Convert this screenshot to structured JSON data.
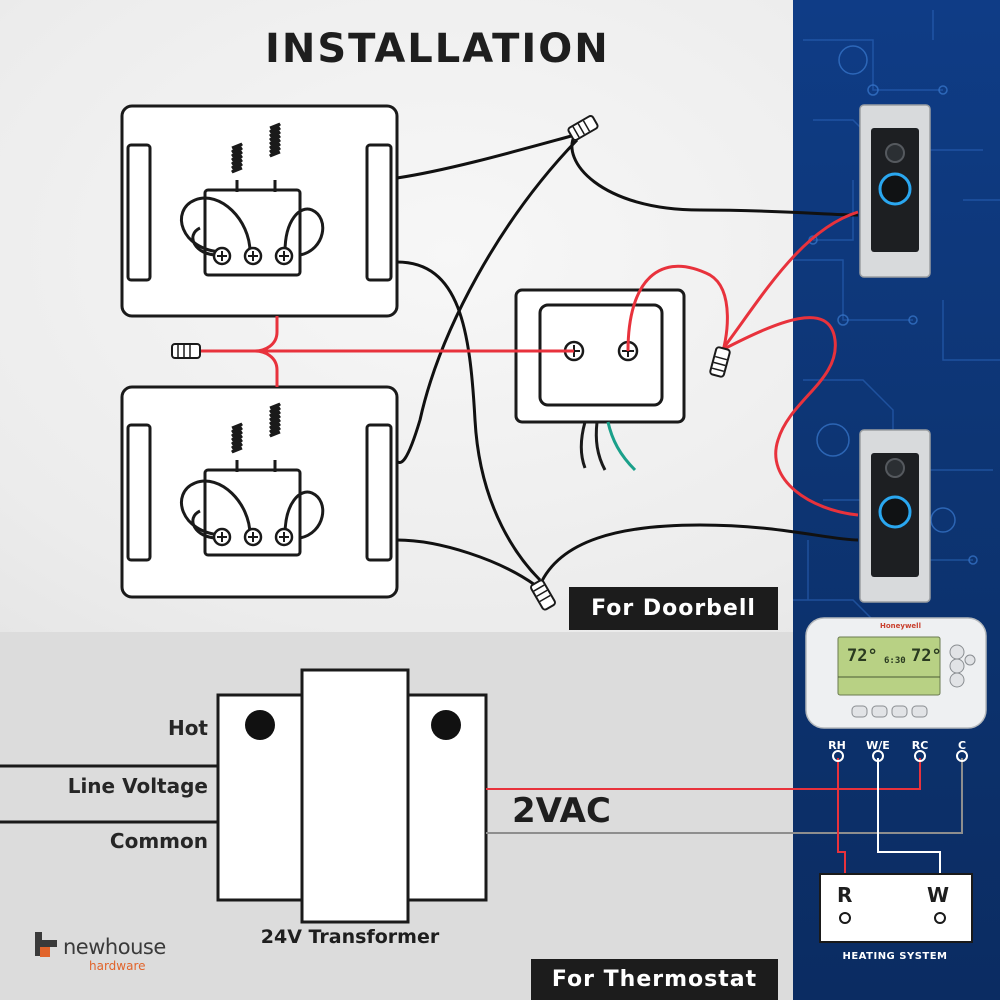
{
  "title": "INSTALLATION",
  "labels": {
    "doorbell": "For Doorbell",
    "thermostat": "For Thermostat"
  },
  "transformer": {
    "hot": "Hot",
    "line_voltage": "Line Voltage",
    "common": "Common",
    "output": "2VAC",
    "name": "24V Transformer"
  },
  "thermostat": {
    "brand": "Honeywell",
    "display_temp": "72°",
    "display_time": "6:30",
    "set_temp": "72°",
    "terminals": [
      "RH",
      "W/E",
      "RC",
      "C"
    ]
  },
  "heating_system": {
    "label": "HEATING SYSTEM",
    "terminals": [
      "R",
      "W"
    ]
  },
  "logo": {
    "name": "newhouse",
    "sub": "hardware"
  },
  "colors": {
    "wire_hot": "#e8323c",
    "wire_common": "#111111",
    "panel_blue": "#0d3574",
    "ring_blue": "#2aa7f0",
    "logo_orange": "#e1642b"
  }
}
